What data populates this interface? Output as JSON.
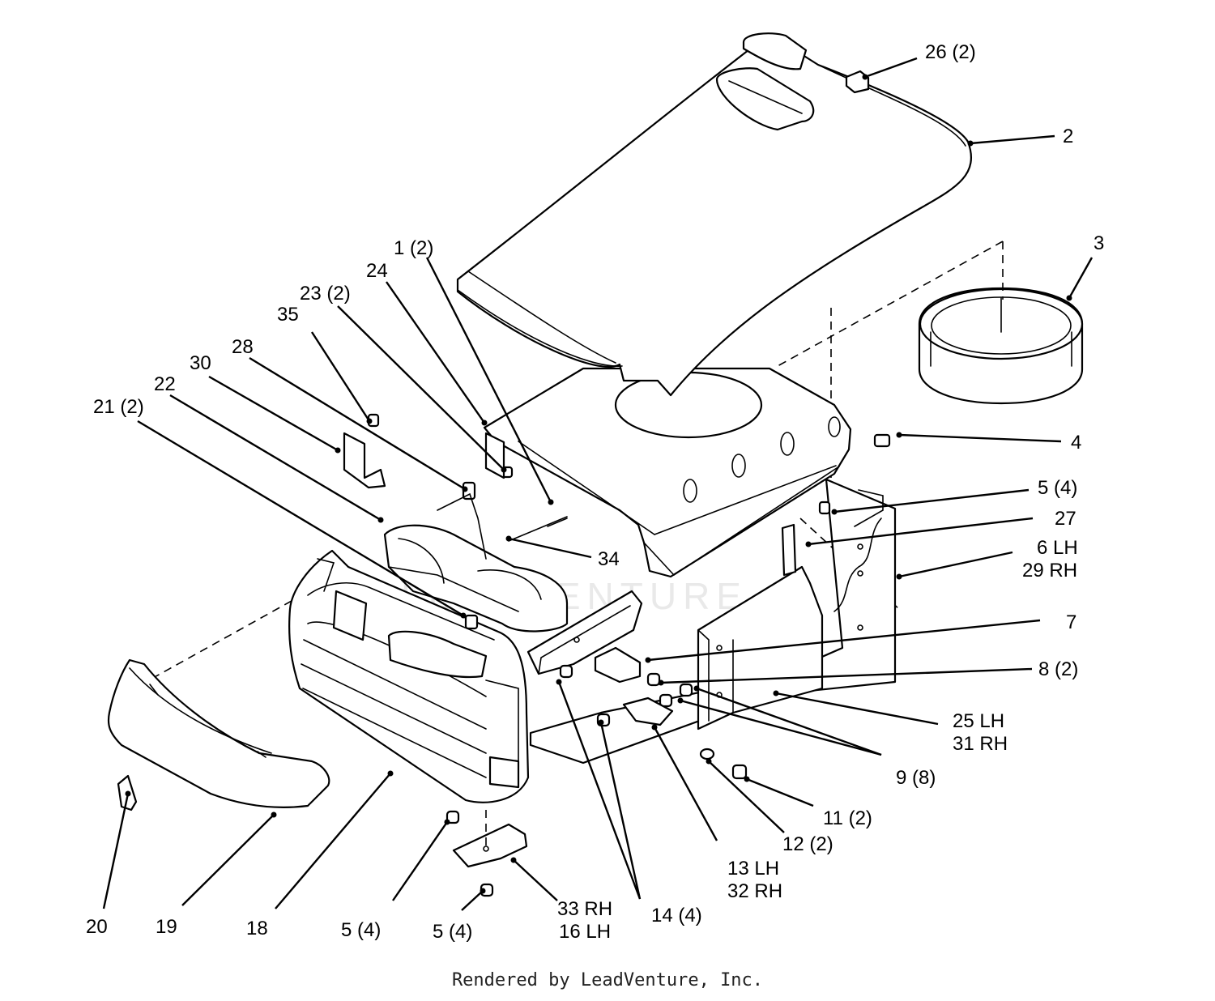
{
  "diagram": {
    "credit": "Rendered by LeadVenture, Inc.",
    "watermark": "LEADVENTURE",
    "callouts": [
      {
        "id": "c-26",
        "text": "26 (2)"
      },
      {
        "id": "c-2",
        "text": "2"
      },
      {
        "id": "c-3",
        "text": "3"
      },
      {
        "id": "c-1",
        "text": "1 (2)"
      },
      {
        "id": "c-24",
        "text": "24"
      },
      {
        "id": "c-23",
        "text": "23 (2)"
      },
      {
        "id": "c-35",
        "text": "35"
      },
      {
        "id": "c-28",
        "text": "28"
      },
      {
        "id": "c-30",
        "text": "30"
      },
      {
        "id": "c-22",
        "text": "22"
      },
      {
        "id": "c-21",
        "text": "21 (2)"
      },
      {
        "id": "c-4",
        "text": "4"
      },
      {
        "id": "c-5a",
        "text": "5 (4)"
      },
      {
        "id": "c-27",
        "text": "27"
      },
      {
        "id": "c-6",
        "text": "6 LH"
      },
      {
        "id": "c-29",
        "text": "29 RH"
      },
      {
        "id": "c-34",
        "text": "34"
      },
      {
        "id": "c-7",
        "text": "7"
      },
      {
        "id": "c-8",
        "text": "8 (2)"
      },
      {
        "id": "c-25",
        "text": "25 LH"
      },
      {
        "id": "c-31",
        "text": "31 RH"
      },
      {
        "id": "c-9",
        "text": "9 (8)"
      },
      {
        "id": "c-11",
        "text": "11 (2)"
      },
      {
        "id": "c-12",
        "text": "12 (2)"
      },
      {
        "id": "c-13",
        "text": "13 LH"
      },
      {
        "id": "c-32",
        "text": "32 RH"
      },
      {
        "id": "c-14",
        "text": "14 (4)"
      },
      {
        "id": "c-33",
        "text": "33 RH"
      },
      {
        "id": "c-16",
        "text": "16 LH"
      },
      {
        "id": "c-5b",
        "text": "5 (4)"
      },
      {
        "id": "c-5c",
        "text": "5 (4)"
      },
      {
        "id": "c-18",
        "text": "18"
      },
      {
        "id": "c-19",
        "text": "19"
      },
      {
        "id": "c-20",
        "text": "20"
      }
    ]
  }
}
